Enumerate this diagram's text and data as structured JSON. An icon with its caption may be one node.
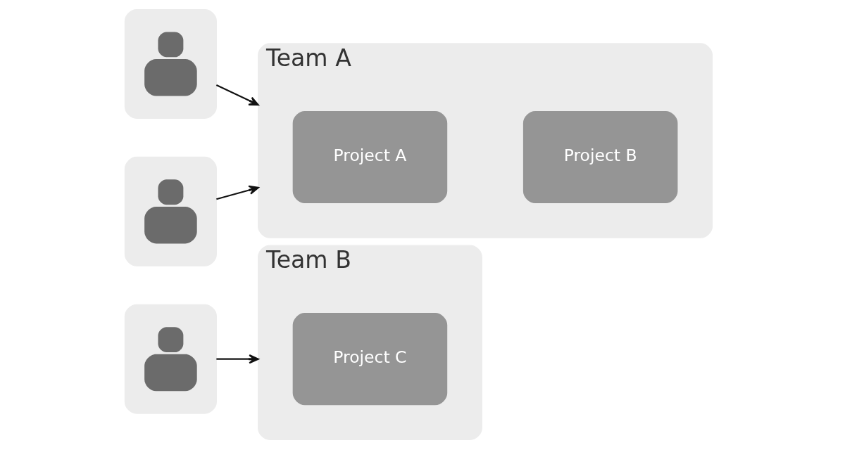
{
  "diagram": {
    "nodes": [
      {
        "text": [],
        "shape": "person"
      },
      {
        "text": [],
        "shape": "person"
      },
      {
        "text": [],
        "shape": "person"
      },
      {
        "text": [
          "Team A"
        ]
      },
      {
        "text": [
          "Project A"
        ],
        "in": 3
      },
      {
        "text": [
          "Project B"
        ],
        "in": 3
      },
      {
        "text": [
          "Team B"
        ]
      },
      {
        "text": [
          "Project C"
        ],
        "in": 6
      }
    ],
    "edges": [
      {
        "from": 0,
        "to": 3,
        "arrow": "to"
      },
      {
        "from": 1,
        "to": 3,
        "arrow": "to"
      },
      {
        "from": 2,
        "to": 6,
        "arrow": "to"
      }
    ]
  }
}
